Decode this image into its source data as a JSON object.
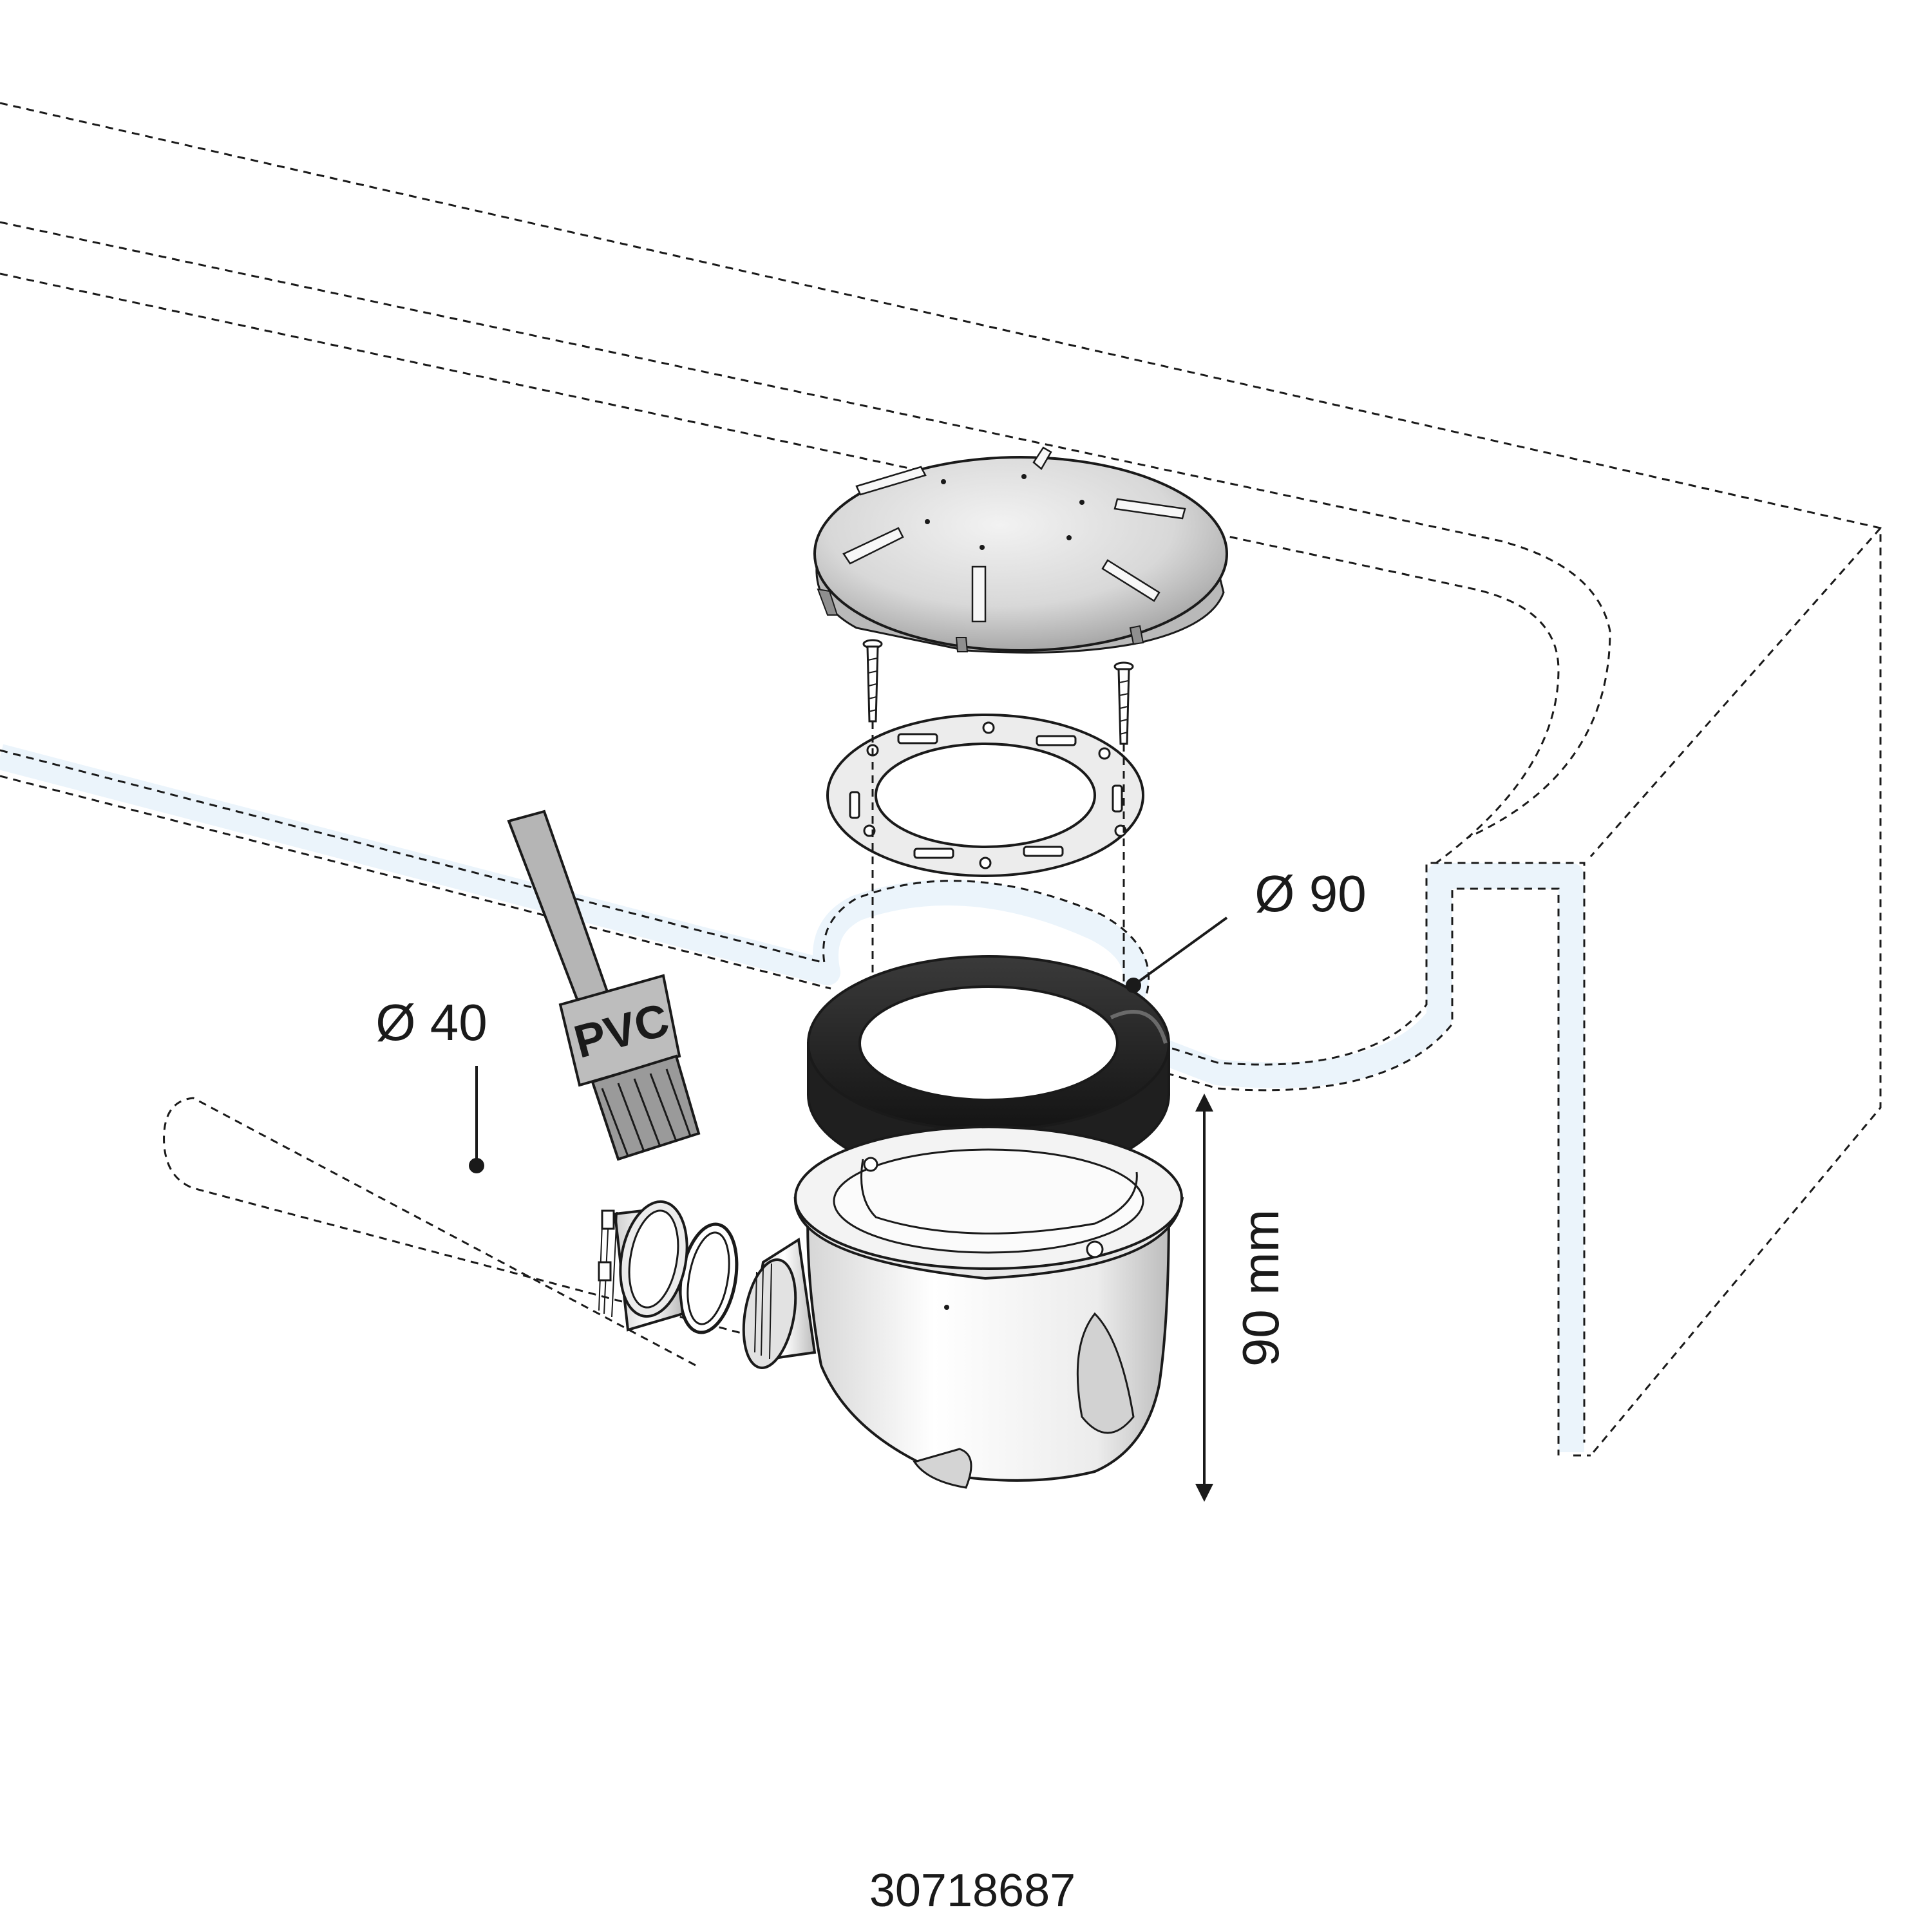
{
  "labels": {
    "drain_diameter": "Ø 90",
    "pipe_diameter": "Ø 40",
    "height": "90 mm",
    "brush": "PVC",
    "reference": "30718687"
  },
  "colors": {
    "ink": "#1a1a1a",
    "water": "#ebf4fb",
    "steel_light": "#e9e9e9",
    "steel_dark": "#a9a9a9",
    "gasket": "#2a2a2a",
    "body": "#f6f6f6"
  }
}
